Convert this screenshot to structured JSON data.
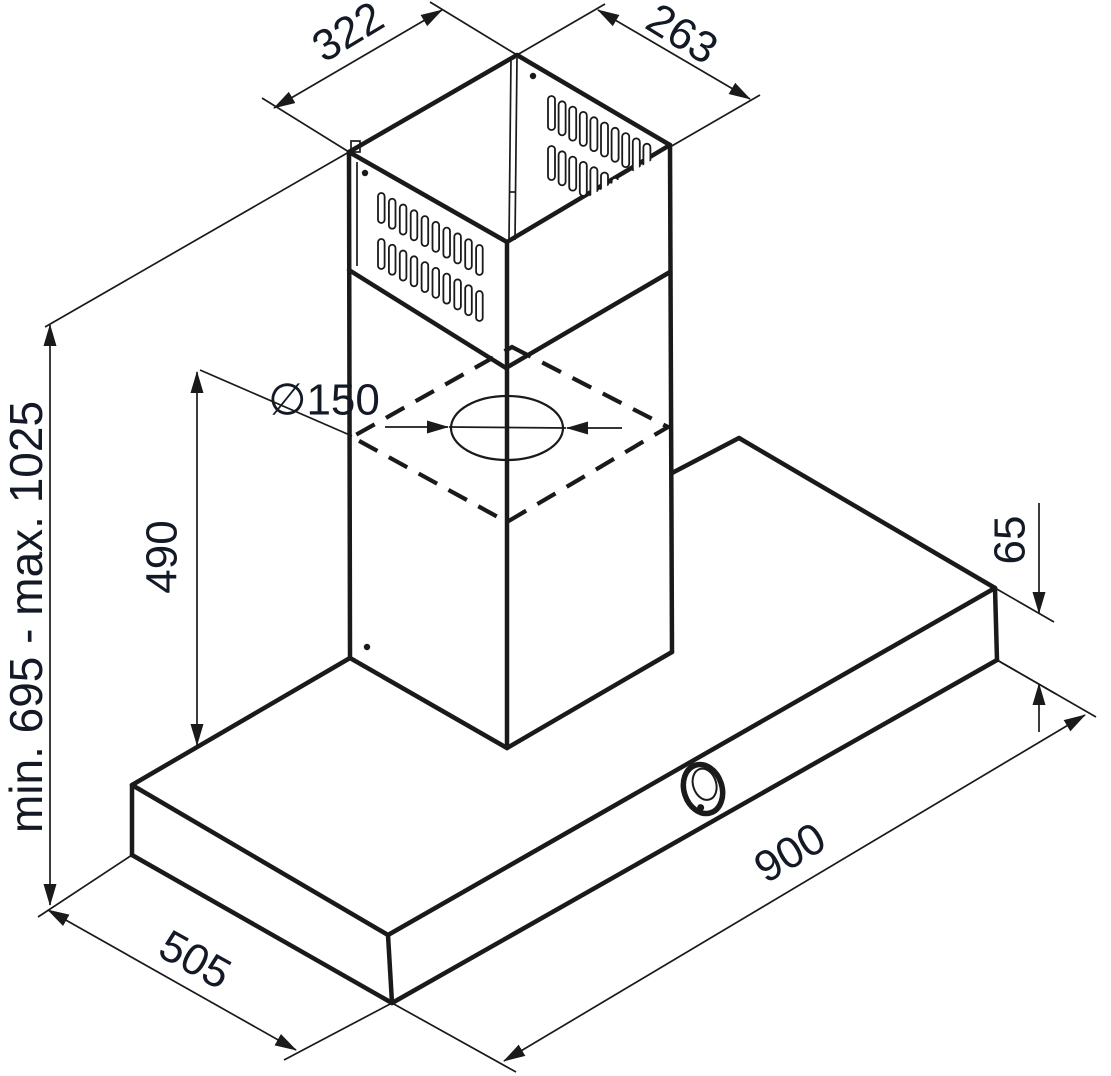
{
  "colors": {
    "line": "#1a1a1a",
    "text": "#131a26",
    "background": "#ffffff"
  },
  "dimensions": {
    "chimney_top_depth": {
      "label": "322"
    },
    "chimney_top_width": {
      "label": "263"
    },
    "duct_diameter": {
      "label": "∅150"
    },
    "chimney_lower_height": {
      "label": "490"
    },
    "mounting_height_range": {
      "label": "min. 695 - max. 1025"
    },
    "body_height": {
      "label": "65"
    },
    "body_width": {
      "label": "900"
    },
    "body_depth": {
      "label": "505"
    }
  }
}
